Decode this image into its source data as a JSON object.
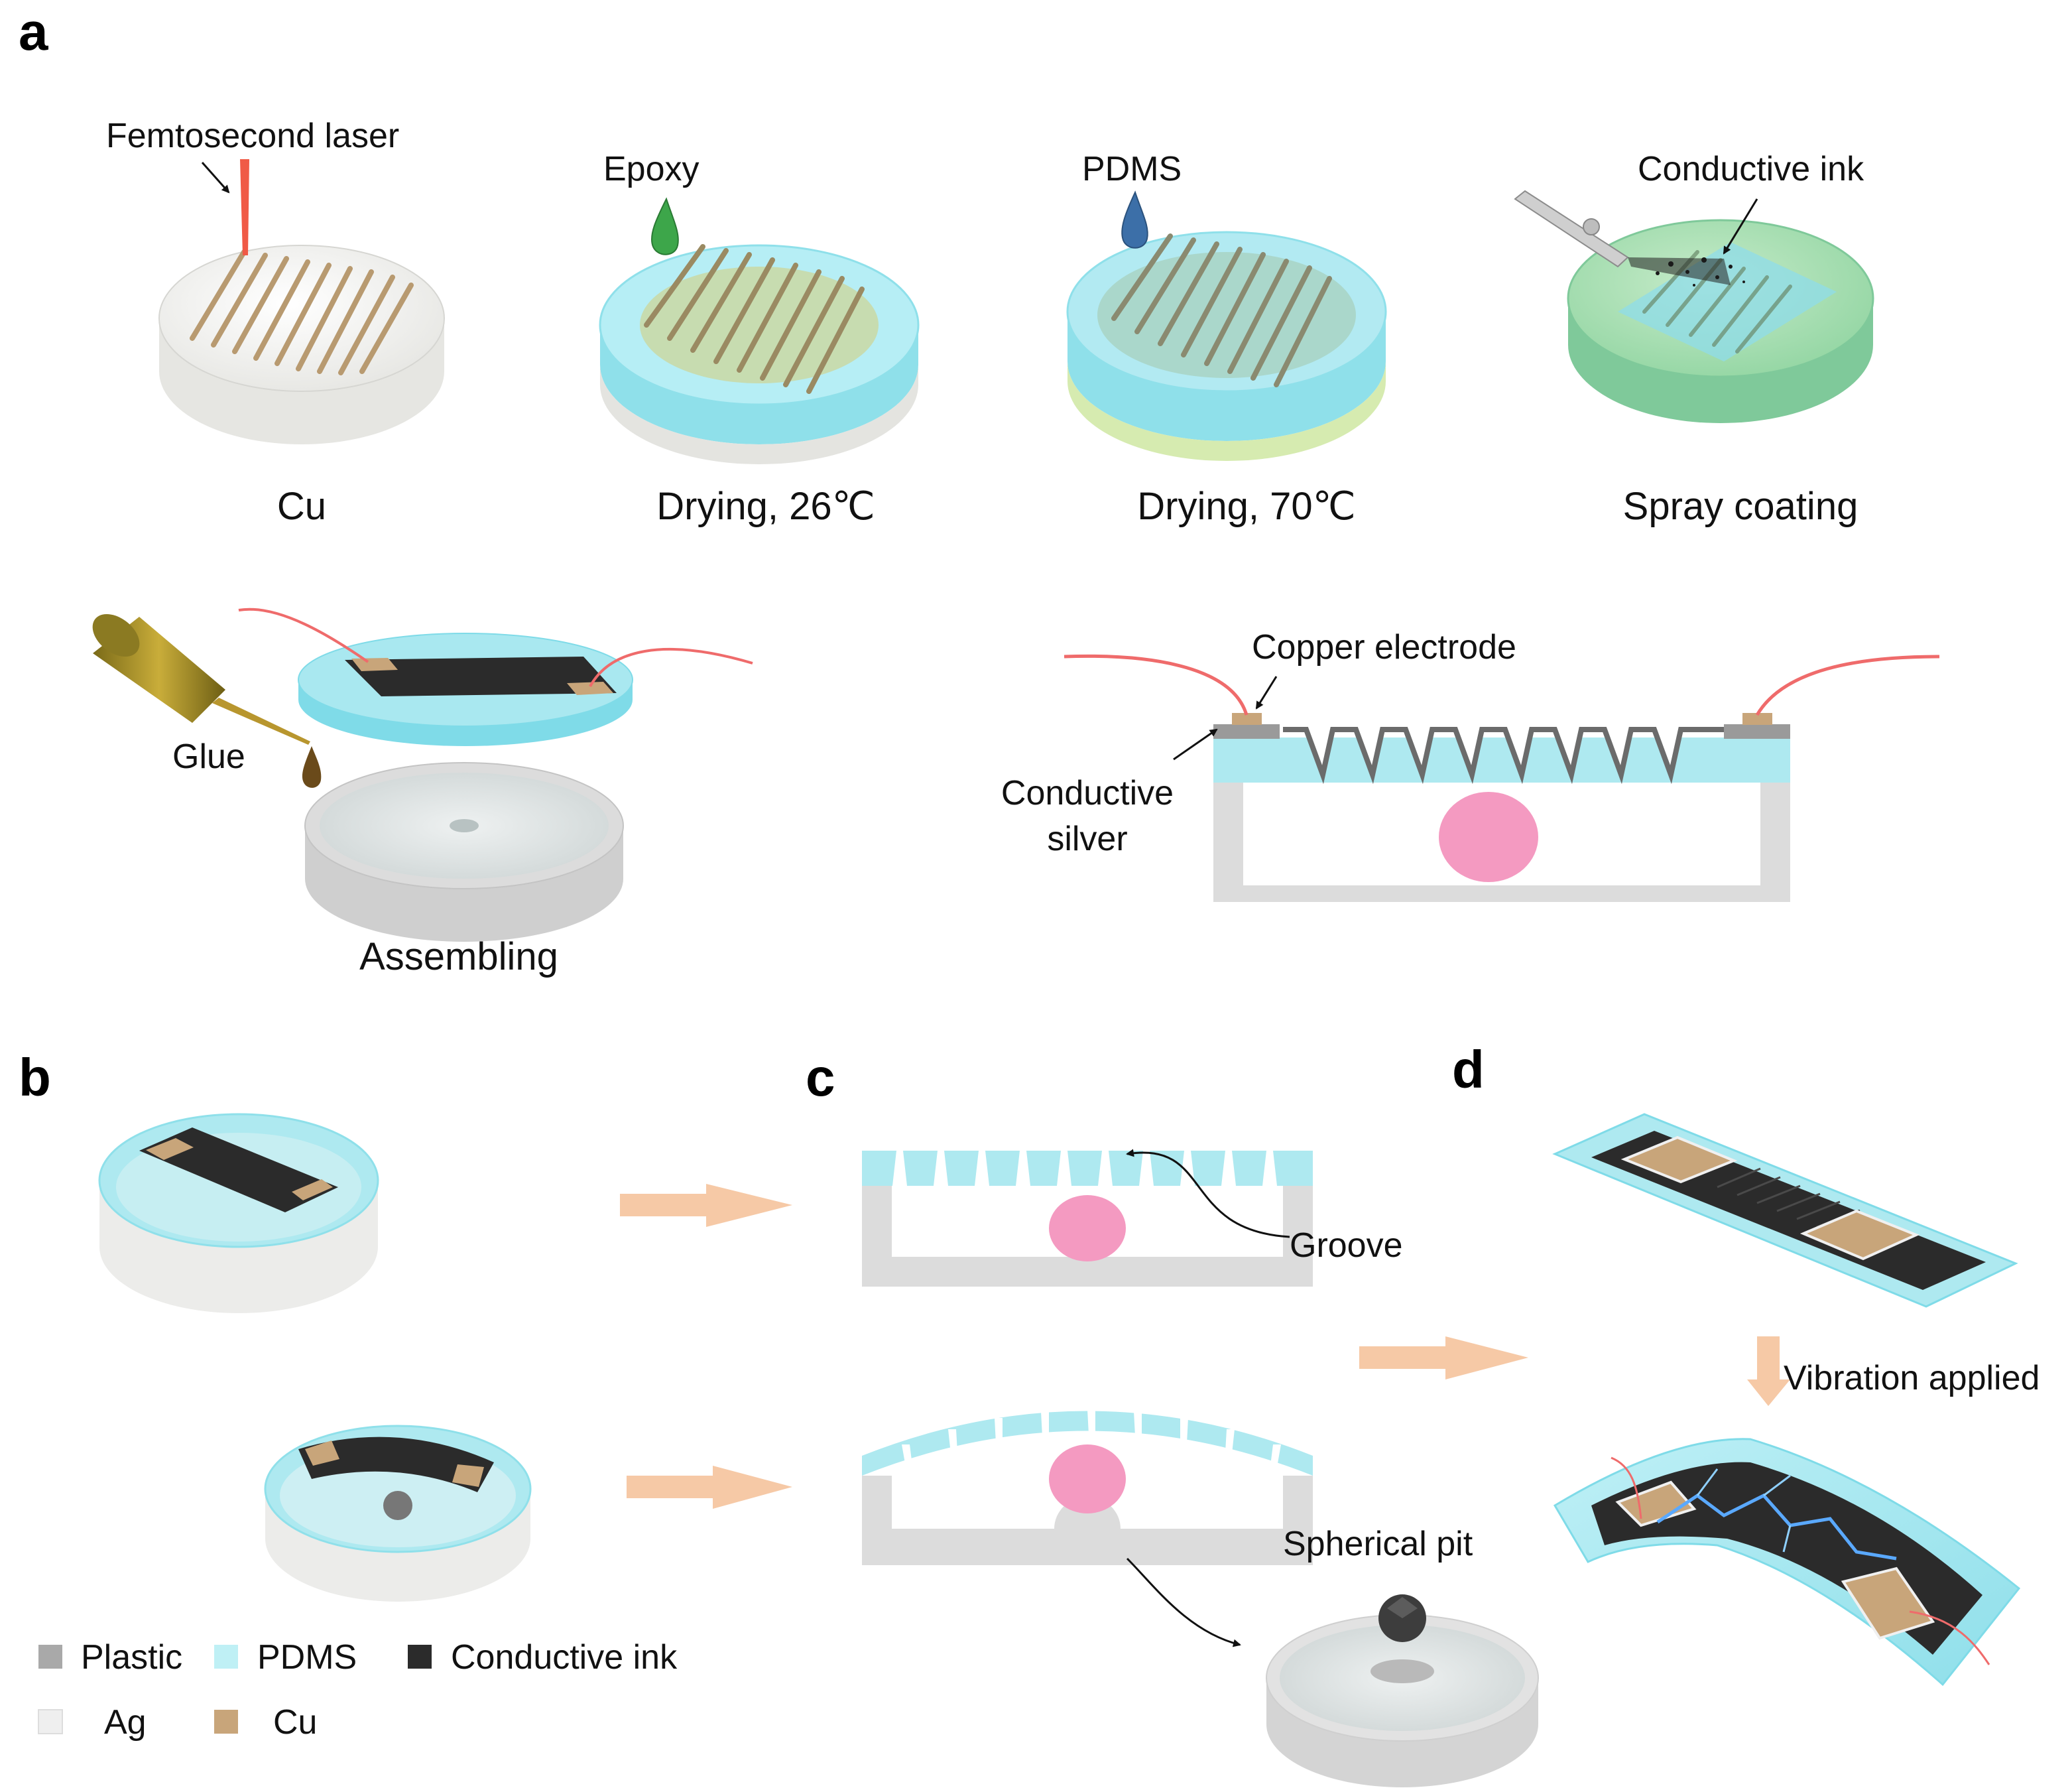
{
  "panel_letters": {
    "a": "a",
    "b": "b",
    "c": "c",
    "d": "d"
  },
  "panel_a": {
    "step1": {
      "annotation": "Femtosecond laser",
      "caption": "Cu"
    },
    "step2": {
      "annotation": "Epoxy",
      "caption": "Drying,   26℃"
    },
    "step3": {
      "annotation": "PDMS",
      "caption": "Drying,   70℃"
    },
    "step4": {
      "annotation": "Conductive ink",
      "caption": "Spray coating"
    },
    "assembly": {
      "glue_label": "Glue",
      "caption": "Assembling"
    },
    "cross_section": {
      "copper_electrode": "Copper electrode",
      "conductive_silver_line1": "Conductive",
      "conductive_silver_line2": "silver"
    }
  },
  "panel_c": {
    "groove": "Groove",
    "spherical_pit": "Spherical pit"
  },
  "panel_d": {
    "vibration": "Vibration applied"
  },
  "legend": [
    {
      "label": "Plastic",
      "color": "#a9a9a9"
    },
    {
      "label": "PDMS",
      "color": "#bff0f5"
    },
    {
      "label": "Conductive ink",
      "color": "#2b2b2b"
    },
    {
      "label": "Ag",
      "color": "#efefef"
    },
    {
      "label": "Cu",
      "color": "#c8a57a"
    }
  ],
  "colors": {
    "pdms": "#aee9f0",
    "pdms_edge": "#7fdbe8",
    "plastic": "#dcdcdc",
    "copper": "#c8a57a",
    "ink": "#2b2b2b",
    "ball": "#f49ac1",
    "arrow": "#f6c9a6",
    "wire": "#ef6b6b",
    "laser": "#f05a46"
  }
}
